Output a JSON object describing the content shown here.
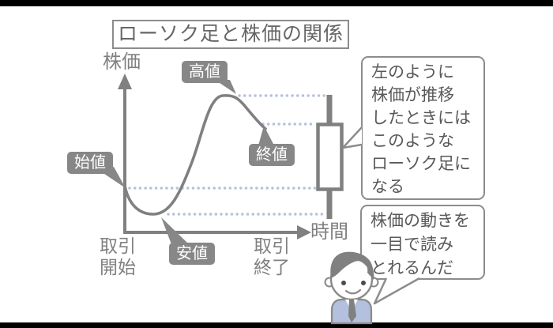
{
  "title": "ローソク足と株価の関係",
  "axes": {
    "y_label": "株価",
    "x_label": "時間",
    "x_start_label": "取引\n開始",
    "x_end_label": "取引\n終了"
  },
  "price_labels": {
    "open": "始値",
    "high": "高値",
    "close": "終値",
    "low": "安値"
  },
  "speech_bubbles": {
    "explanation": "左のように\n株価が推移\nしたときには\nこのような\nローソク足に\nなる",
    "note": "株価の動きを\n一目で読み\nとれるんだ"
  },
  "colors": {
    "diagram_gray": "#808080",
    "label_chip_bg": "#878787",
    "label_chip_text": "#ffffff",
    "dotted_guide": "#b4c2dd",
    "bubble_border": "#8c8c8c",
    "bubble_text": "#595959",
    "title_text": "#666666",
    "person_suit": "#b3c0de",
    "frame_bars": "#000000",
    "candle_fill": "#ffffff"
  }
}
